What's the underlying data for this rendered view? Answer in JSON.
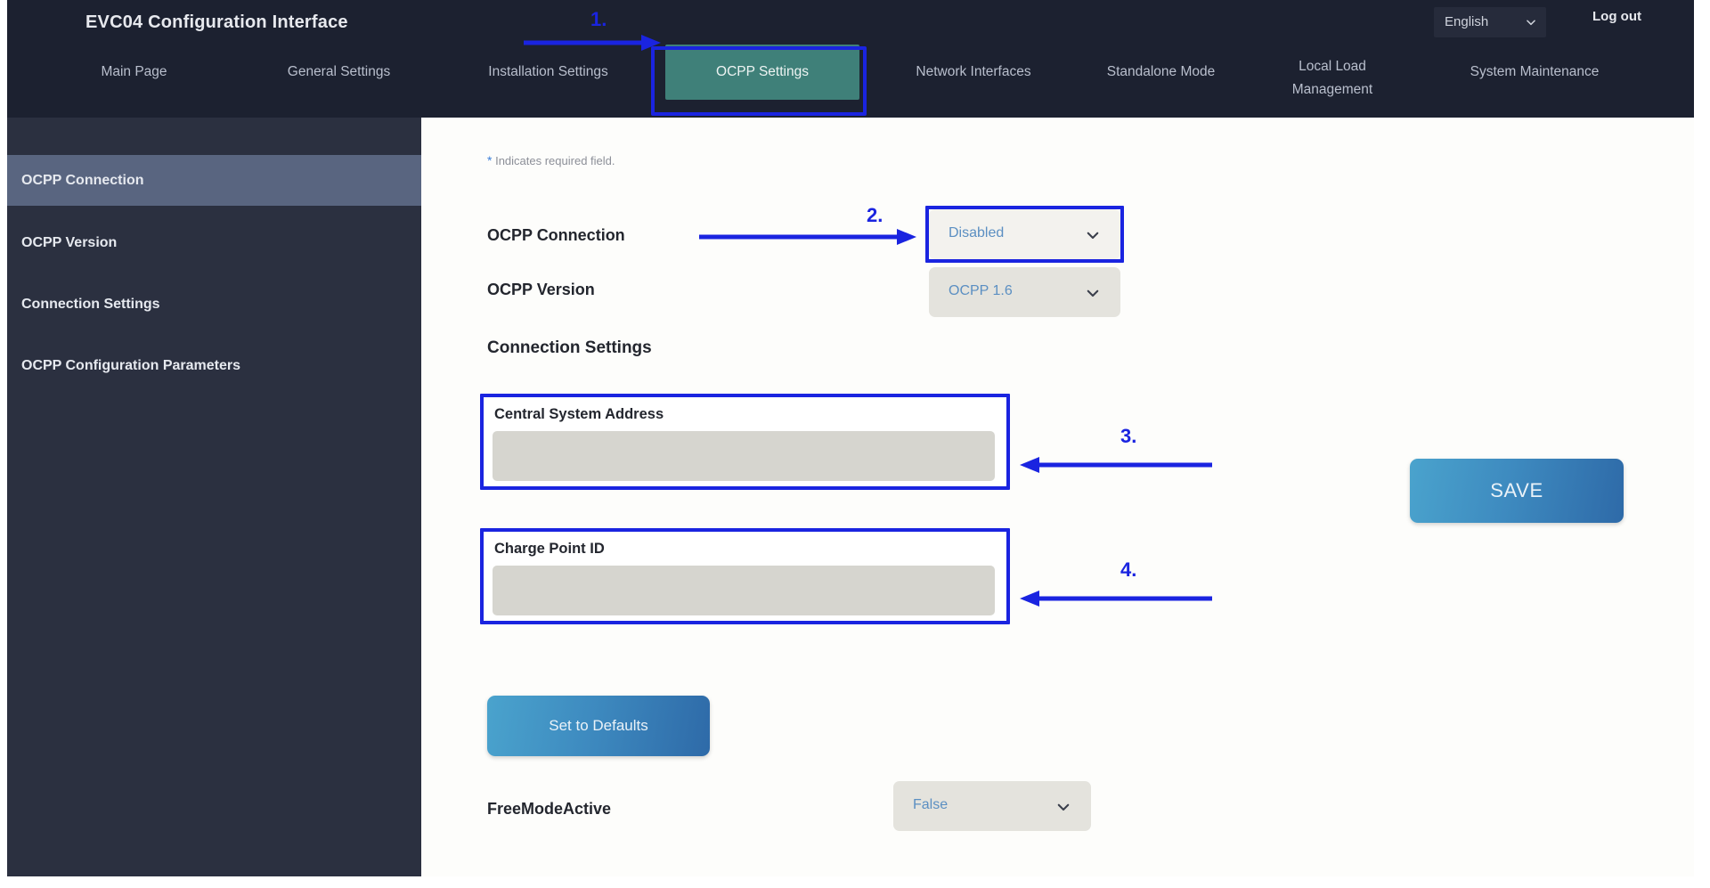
{
  "header": {
    "title": "EVC04 Configuration Interface",
    "language": "English",
    "language_chevron_icon": "chevron-down-icon",
    "logout_label": "Log out"
  },
  "nav": {
    "items": [
      {
        "label": "Main Page",
        "active": false
      },
      {
        "label": "General Settings",
        "active": false
      },
      {
        "label": "Installation Settings",
        "active": false
      },
      {
        "label": "OCPP Settings",
        "active": true
      },
      {
        "label": "Network Interfaces",
        "active": false
      },
      {
        "label": "Standalone Mode",
        "active": false
      },
      {
        "label": "Local Load Management",
        "active": false
      },
      {
        "label": "System Maintenance",
        "active": false
      }
    ]
  },
  "sidebar": {
    "items": [
      {
        "label": "OCPP Connection",
        "active": true
      },
      {
        "label": "OCPP Version",
        "active": false
      },
      {
        "label": "Connection Settings",
        "active": false
      },
      {
        "label": "OCPP Configuration Parameters",
        "active": false
      }
    ]
  },
  "main": {
    "required_note": "Indicates required field.",
    "required_star": "*",
    "ocpp_connection_label": "OCPP Connection",
    "ocpp_connection_value": "Disabled",
    "ocpp_version_label": "OCPP Version",
    "ocpp_version_value": "OCPP 1.6",
    "connection_settings_heading": "Connection Settings",
    "central_system_address_label": "Central System Address",
    "central_system_address_value": "",
    "charge_point_id_label": "Charge Point ID",
    "charge_point_id_value": "",
    "set_to_defaults_label": "Set to Defaults",
    "free_mode_active_label": "FreeModeActive",
    "free_mode_active_value": "False",
    "save_label": "SAVE",
    "chevron_icon": "chevron-down-icon"
  },
  "annotations": {
    "markers": [
      "1.",
      "2.",
      "3.",
      "4."
    ],
    "color": "#1a24e0"
  },
  "colors": {
    "topbar": "#1c2130",
    "sidebar": "#2b3040",
    "sidebar_active": "#596580",
    "tab_active": "#3f8079",
    "annotation_blue": "#1a24e0",
    "button_gradient_start": "#4aa3cd",
    "button_gradient_end": "#2e6aa8",
    "select_value_blue": "#5b8fc2"
  }
}
